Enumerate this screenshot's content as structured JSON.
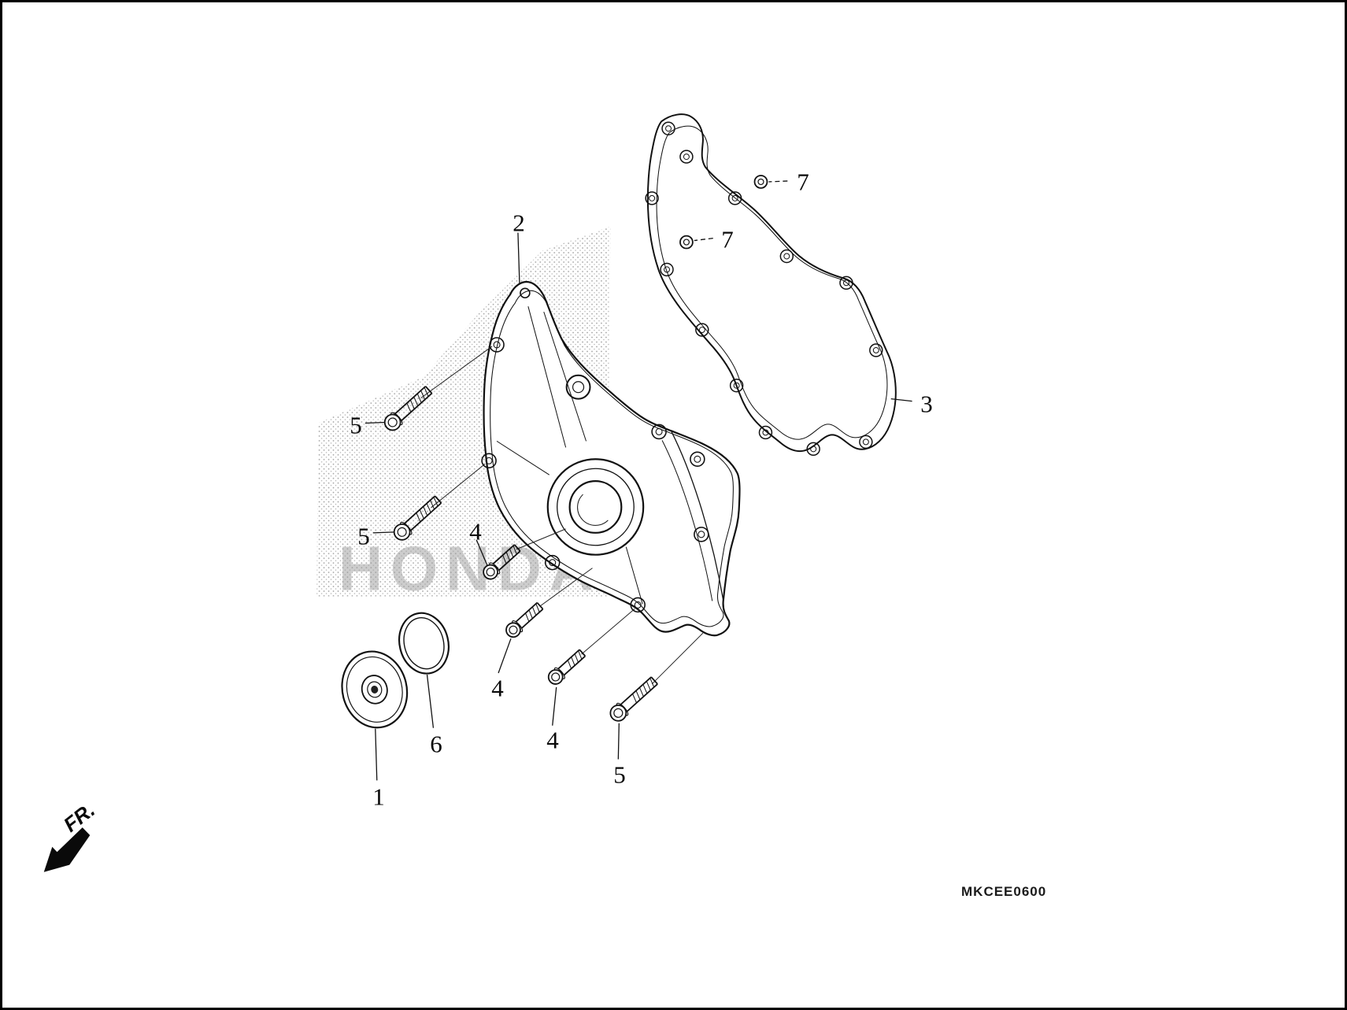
{
  "diagram": {
    "code": "MKCEE0600",
    "fr_label": "FR.",
    "watermark": "HONDA",
    "labels": {
      "l1": "1",
      "l2": "2",
      "l3": "3",
      "l4a": "4",
      "l4b": "4",
      "l4c": "4",
      "l5a": "5",
      "l5b": "5",
      "l5c": "5",
      "l6": "6",
      "l7a": "7",
      "l7b": "7"
    }
  }
}
